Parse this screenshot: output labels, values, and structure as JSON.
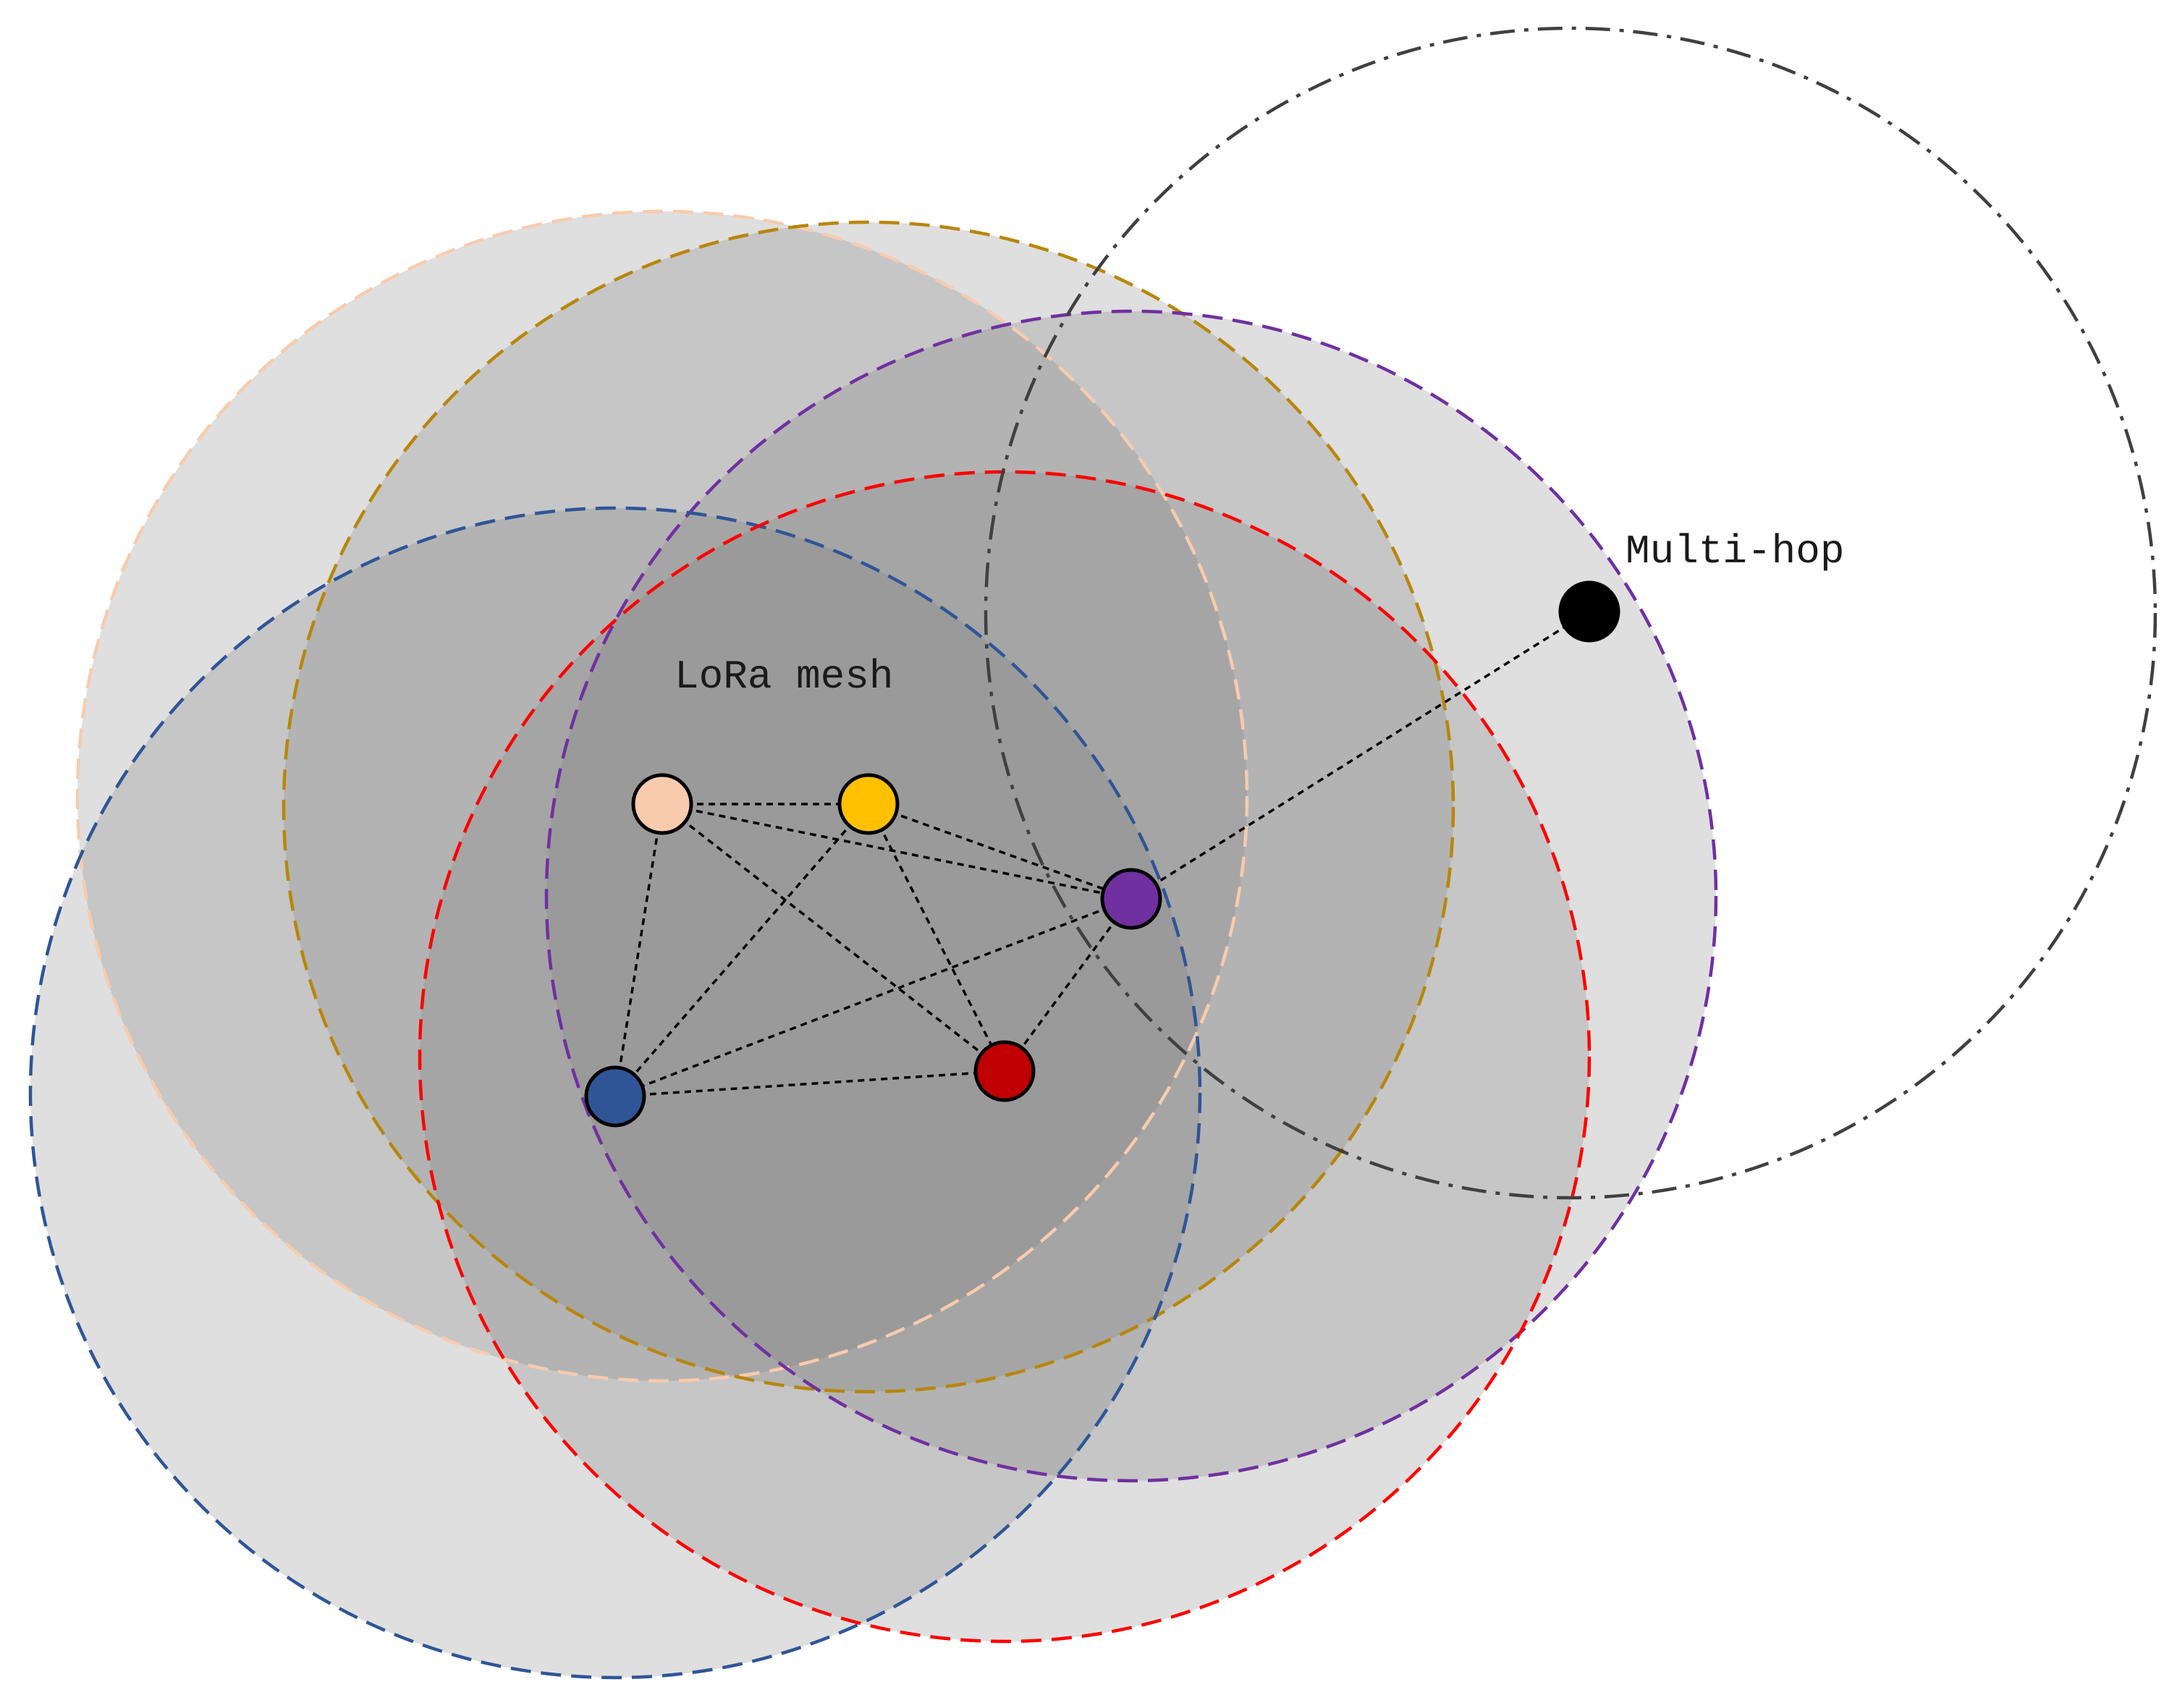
{
  "labels": {
    "mesh": "LoRa mesh",
    "multihop": "Multi-hop"
  },
  "nodes": [
    {
      "id": "peach",
      "color": "#f8cbad"
    },
    {
      "id": "yellow",
      "color": "#ffc000"
    },
    {
      "id": "purple",
      "color": "#7030a0"
    },
    {
      "id": "blue",
      "color": "#2f5597"
    },
    {
      "id": "red",
      "color": "#c00000"
    },
    {
      "id": "black",
      "color": "#000000"
    }
  ],
  "links": [
    [
      "peach",
      "yellow"
    ],
    [
      "peach",
      "purple"
    ],
    [
      "peach",
      "blue"
    ],
    [
      "peach",
      "red"
    ],
    [
      "yellow",
      "purple"
    ],
    [
      "yellow",
      "blue"
    ],
    [
      "yellow",
      "red"
    ],
    [
      "purple",
      "blue"
    ],
    [
      "purple",
      "red"
    ],
    [
      "blue",
      "red"
    ],
    [
      "purple",
      "black"
    ]
  ],
  "ranges": [
    {
      "node": "peach",
      "color": "#f8cbad",
      "style": "dashed",
      "shaded": true
    },
    {
      "node": "yellow",
      "color": "#b8860b",
      "style": "dashed",
      "shaded": true
    },
    {
      "node": "purple",
      "color": "#7030a0",
      "style": "dashed",
      "shaded": true
    },
    {
      "node": "blue",
      "color": "#2f5597",
      "style": "dashed",
      "shaded": true
    },
    {
      "node": "red",
      "color": "#ff0000",
      "style": "dashed",
      "shaded": true
    },
    {
      "node": "black",
      "color": "#404040",
      "style": "dash-dot",
      "shaded": false
    }
  ]
}
